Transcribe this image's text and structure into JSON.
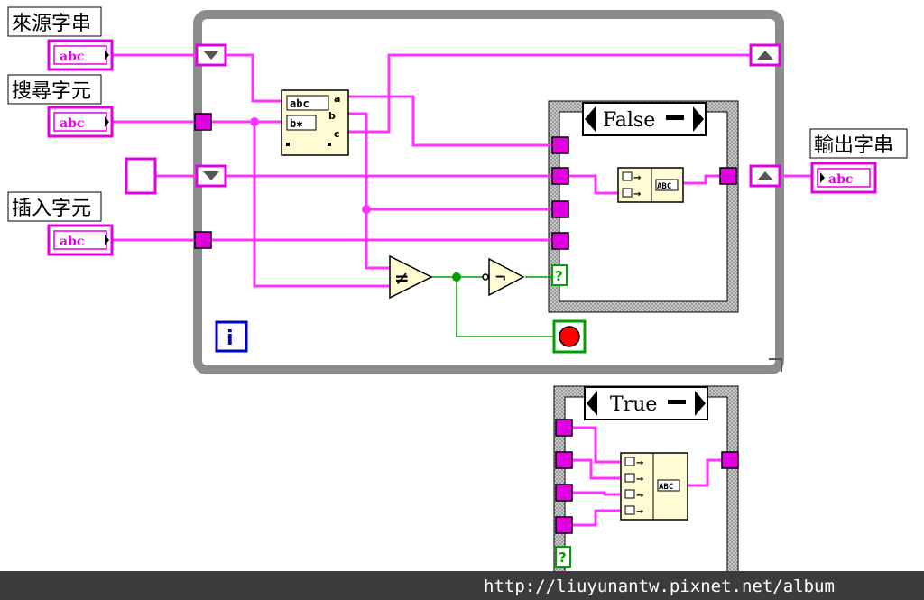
{
  "controls": {
    "source_string": "來源字串",
    "search_char": "搜尋字元",
    "insert_char": "插入字元",
    "output_string": "輸出字串"
  },
  "terminals": {
    "string_glyph": "abc"
  },
  "case_outer": {
    "selector": "False"
  },
  "case_inner": {
    "selector": "True"
  },
  "icons": {
    "loop_counter": "i",
    "search_split_top": "abc",
    "search_split_bottom": "b✱",
    "search_split_outputs": [
      "a",
      "b",
      "c"
    ],
    "concat_glyph": "ABC",
    "not_equal": "≠",
    "not": "¬",
    "condition_q": "?",
    "selector_arrow": "▼"
  },
  "colors": {
    "string_wire": "#ff33ff",
    "boolean_wire": "#00a000",
    "loop_frame": "#8c8c8c",
    "case_frame": "#808080",
    "node_fill": "#fffbd2",
    "stop_button": "#ff0000",
    "footer_bg": "#3c3c3c"
  },
  "footer": {
    "watermark": "http://liuyunantw.pixnet.net/album"
  }
}
